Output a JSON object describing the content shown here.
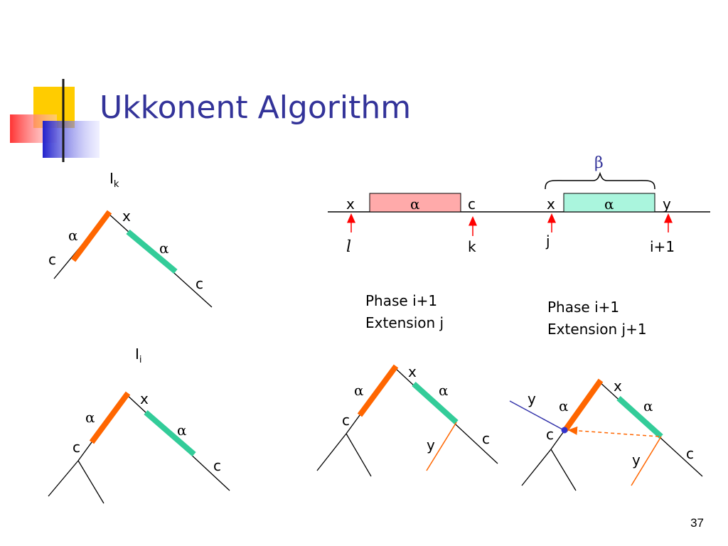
{
  "slide": {
    "title": "Ukkonent Algorithm",
    "page_number": "37"
  },
  "colors": {
    "title": "#333399",
    "orange_edge": "#FF6600",
    "teal_edge": "#33CC99",
    "alpha_box_left": "#FFAAAA",
    "alpha_box_right": "#AAF5DD",
    "arrow_red": "#FF0000",
    "suffix_link_blue": "#3333AA",
    "beta_brace": "#333399"
  },
  "string_diagram": {
    "left_x": "x",
    "left_alpha": "α",
    "left_c": "c",
    "right_x": "x",
    "right_alpha": "α",
    "right_y": "y",
    "beta": "β",
    "ptr_l": "l",
    "ptr_k": "k",
    "ptr_j": "j",
    "ptr_i1": "i+1"
  },
  "tree_Ik": {
    "label_main": "I",
    "label_sub": "k",
    "x": "x",
    "alpha_left": "α",
    "alpha_right": "α",
    "c_left": "c",
    "c_right": "c"
  },
  "tree_Ii": {
    "label_main": "I",
    "label_sub": "i",
    "x": "x",
    "alpha_left": "α",
    "alpha_right": "α",
    "c_left": "c",
    "c_right": "c"
  },
  "tree_phase_j": {
    "caption_line1": "Phase i+1",
    "caption_line2": "Extension j",
    "x": "x",
    "alpha_left": "α",
    "alpha_right": "α",
    "c_left": "c",
    "c_right": "c",
    "y": "y"
  },
  "tree_phase_j1": {
    "caption_line1": "Phase i+1",
    "caption_line2": "Extension j+1",
    "x": "x",
    "alpha_left": "α",
    "alpha_right": "α",
    "c_left": "c",
    "c_right": "c",
    "y_new": "y",
    "y": "y"
  }
}
